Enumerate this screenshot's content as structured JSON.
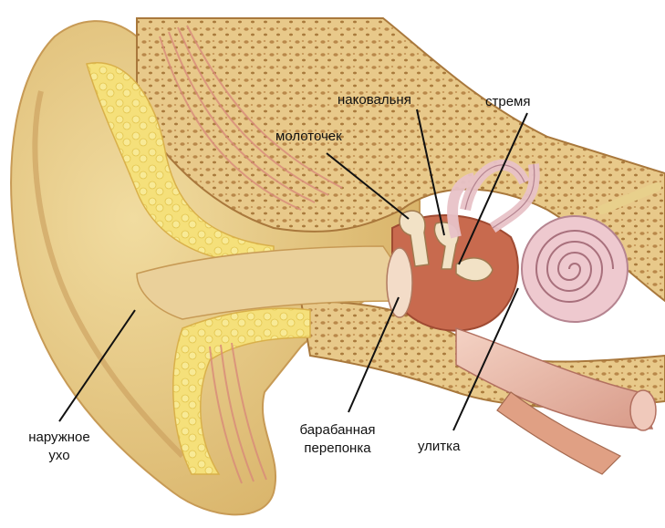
{
  "labels": {
    "anvil": "наковальня",
    "stirrup": "стремя",
    "hammer": "молоточек",
    "outer_ear_1": "наружное",
    "outer_ear_2": "ухо",
    "eardrum_1": "барабанная",
    "eardrum_2": "перепонка",
    "cochlea": "улитка"
  }
}
